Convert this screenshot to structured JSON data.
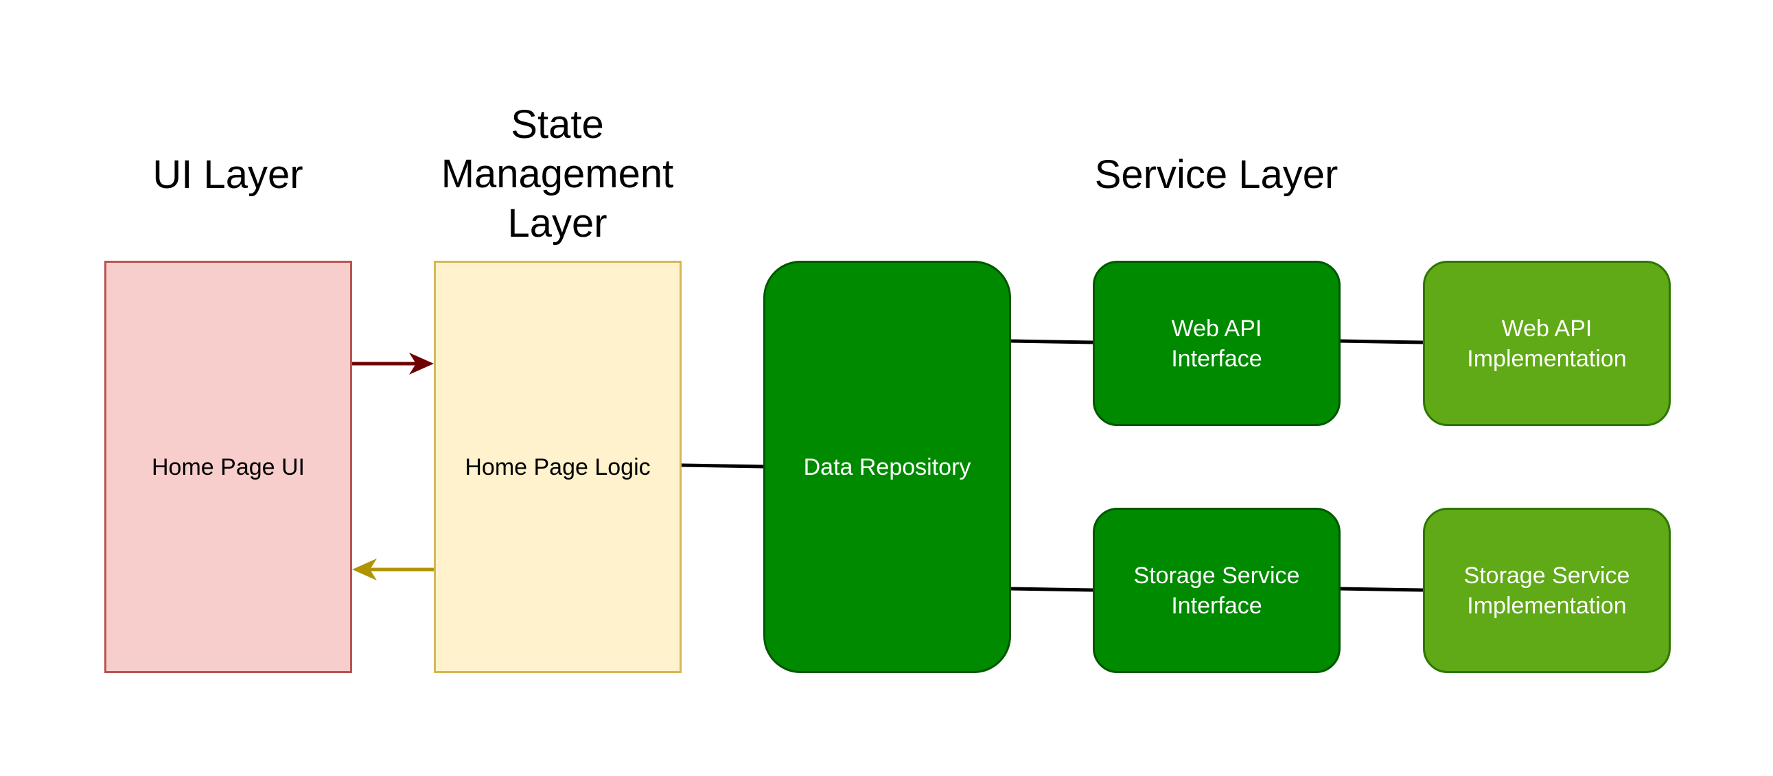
{
  "headings": {
    "ui_layer": [
      "UI Layer"
    ],
    "state_layer": [
      "State",
      "Management",
      "Layer"
    ],
    "service_layer": [
      "Service Layer"
    ]
  },
  "nodes": {
    "home_page_ui": [
      "Home Page UI"
    ],
    "home_page_logic": [
      "Home Page Logic"
    ],
    "data_repository": [
      "Data Repository"
    ],
    "web_api_interface": [
      "Web API",
      "Interface"
    ],
    "web_api_implementation": [
      "Web API",
      "Implementation"
    ],
    "storage_service_interface": [
      "Storage Service",
      "Interface"
    ],
    "storage_service_implementation": [
      "Storage Service",
      "Implementation"
    ]
  },
  "colors": {
    "ui_fill": "#f8cecc",
    "ui_border": "#b85450",
    "state_fill": "#fff2cc",
    "state_border": "#d6b656",
    "repo_fill": "#008a00",
    "repo_border": "#005700",
    "impl_fill": "#60a917",
    "impl_border": "#2d7600",
    "node_text_light": "#ffffff",
    "arrow_ui_to_state": "#6f0000",
    "arrow_state_to_ui": "#b09500",
    "connector": "#000000"
  }
}
